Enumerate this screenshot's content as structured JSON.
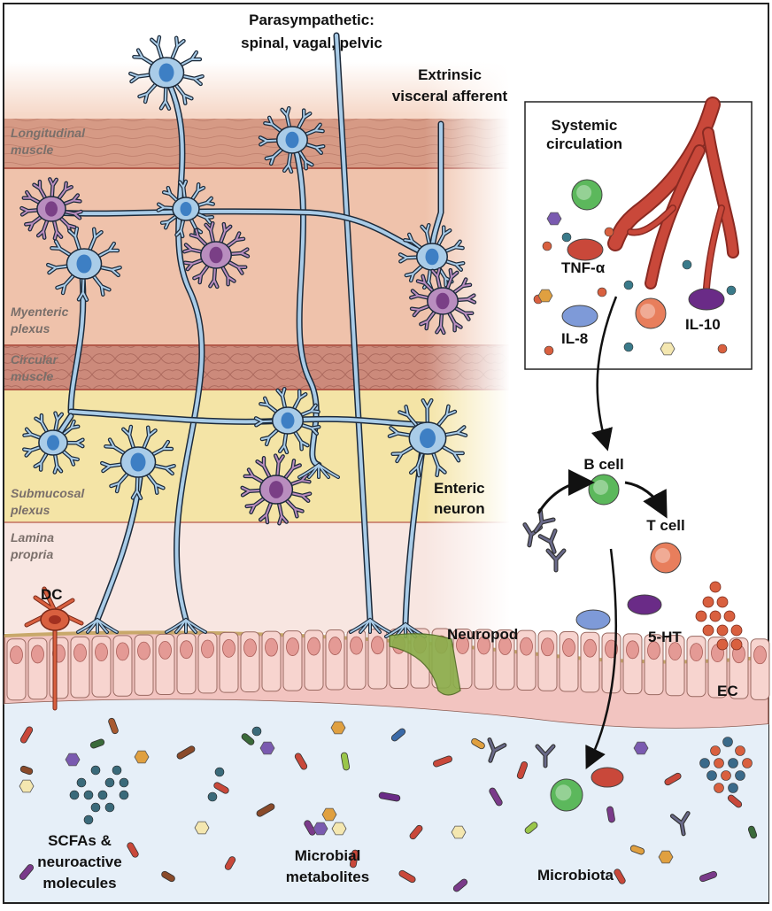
{
  "labels": {
    "parasympathetic_line1": "Parasympathetic:",
    "parasympathetic_line2": "spinal, vagal, pelvic",
    "extrinsic_line1": "Extrinsic",
    "extrinsic_line2": "visceral afferent",
    "systemic_line1": "Systemic",
    "systemic_line2": "circulation",
    "tnf": "TNF-α",
    "il8": "IL-8",
    "il10": "IL-10",
    "b_cell": "B cell",
    "t_cell": "T cell",
    "enteric_line1": "Enteric",
    "enteric_line2": "neuron",
    "neuropod": "Neuropod",
    "dc": "DC",
    "serotonin": "5-HT",
    "ec": "EC",
    "scfa_line1": "SCFAs &",
    "scfa_line2": "neuroactive",
    "scfa_line3": "molecules",
    "microbial_line1": "Microbial",
    "microbial_line2": "metabolites",
    "microbiota": "Microbiota"
  },
  "layers": {
    "longitudinal_line1": "Longitudinal",
    "longitudinal_line2": "muscle",
    "myenteric_line1": "Myenteric",
    "myenteric_line2": "plexus",
    "circular_line1": "Circular",
    "circular_line2": "muscle",
    "submucosal_line1": "Submucosal",
    "submucosal_line2": "plexus",
    "lamina_line1": "Lamina",
    "lamina_line2": "propria"
  },
  "colors": {
    "neuron_fill": "#a9cce8",
    "neuron_stroke": "#1c2a3a",
    "neuron_nucleus": "#3d7fc4",
    "glia_fill": "#b98dbf",
    "glia_nucleus": "#7a3f86",
    "longitudinal_muscle": "#d69a85",
    "myenteric_layer": "#efc2ab",
    "circular_muscle": "#cc8a7b",
    "submucosa": "#f4e4a6",
    "lamina_propria": "#f8e6e1",
    "epithelium": "#f2c4c0",
    "lumen": "#e6eff8",
    "vessel": "#c9483a",
    "b_cell": "#5cb85c",
    "t_cell": "#e87e5c",
    "tnf": "#c9483a",
    "il8": "#7e9ad8",
    "il10": "#6a2b87",
    "serotonin": "#d9603f"
  }
}
